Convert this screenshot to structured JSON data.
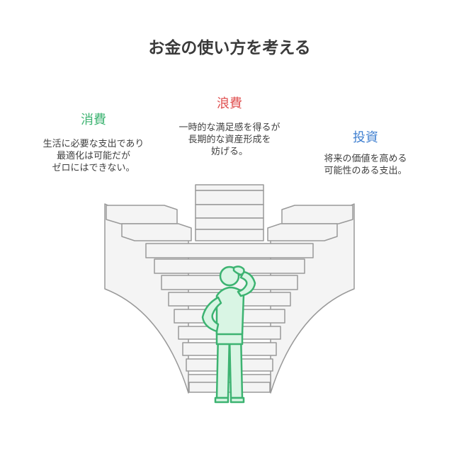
{
  "title": "お金の使い方を考える",
  "sections": {
    "consumption": {
      "label": "消費",
      "color": "#3cb371",
      "lines": [
        "生活に必要な支出であり",
        "最適化は可能だが",
        "ゼロにはできない。"
      ]
    },
    "waste": {
      "label": "浪費",
      "color": "#e05252",
      "lines": [
        "一時的な満足感を得るが",
        "長期的な資産形成を",
        "妨げる。"
      ]
    },
    "investment": {
      "label": "投資",
      "color": "#3f7fd0",
      "lines": [
        "将来の価値を高める",
        "可能性のある支出。"
      ]
    }
  },
  "colors": {
    "stair_fill": "#f4f4f4",
    "stair_stroke": "#999999",
    "person_fill": "#d9f5e4",
    "person_stroke": "#3cb371"
  }
}
